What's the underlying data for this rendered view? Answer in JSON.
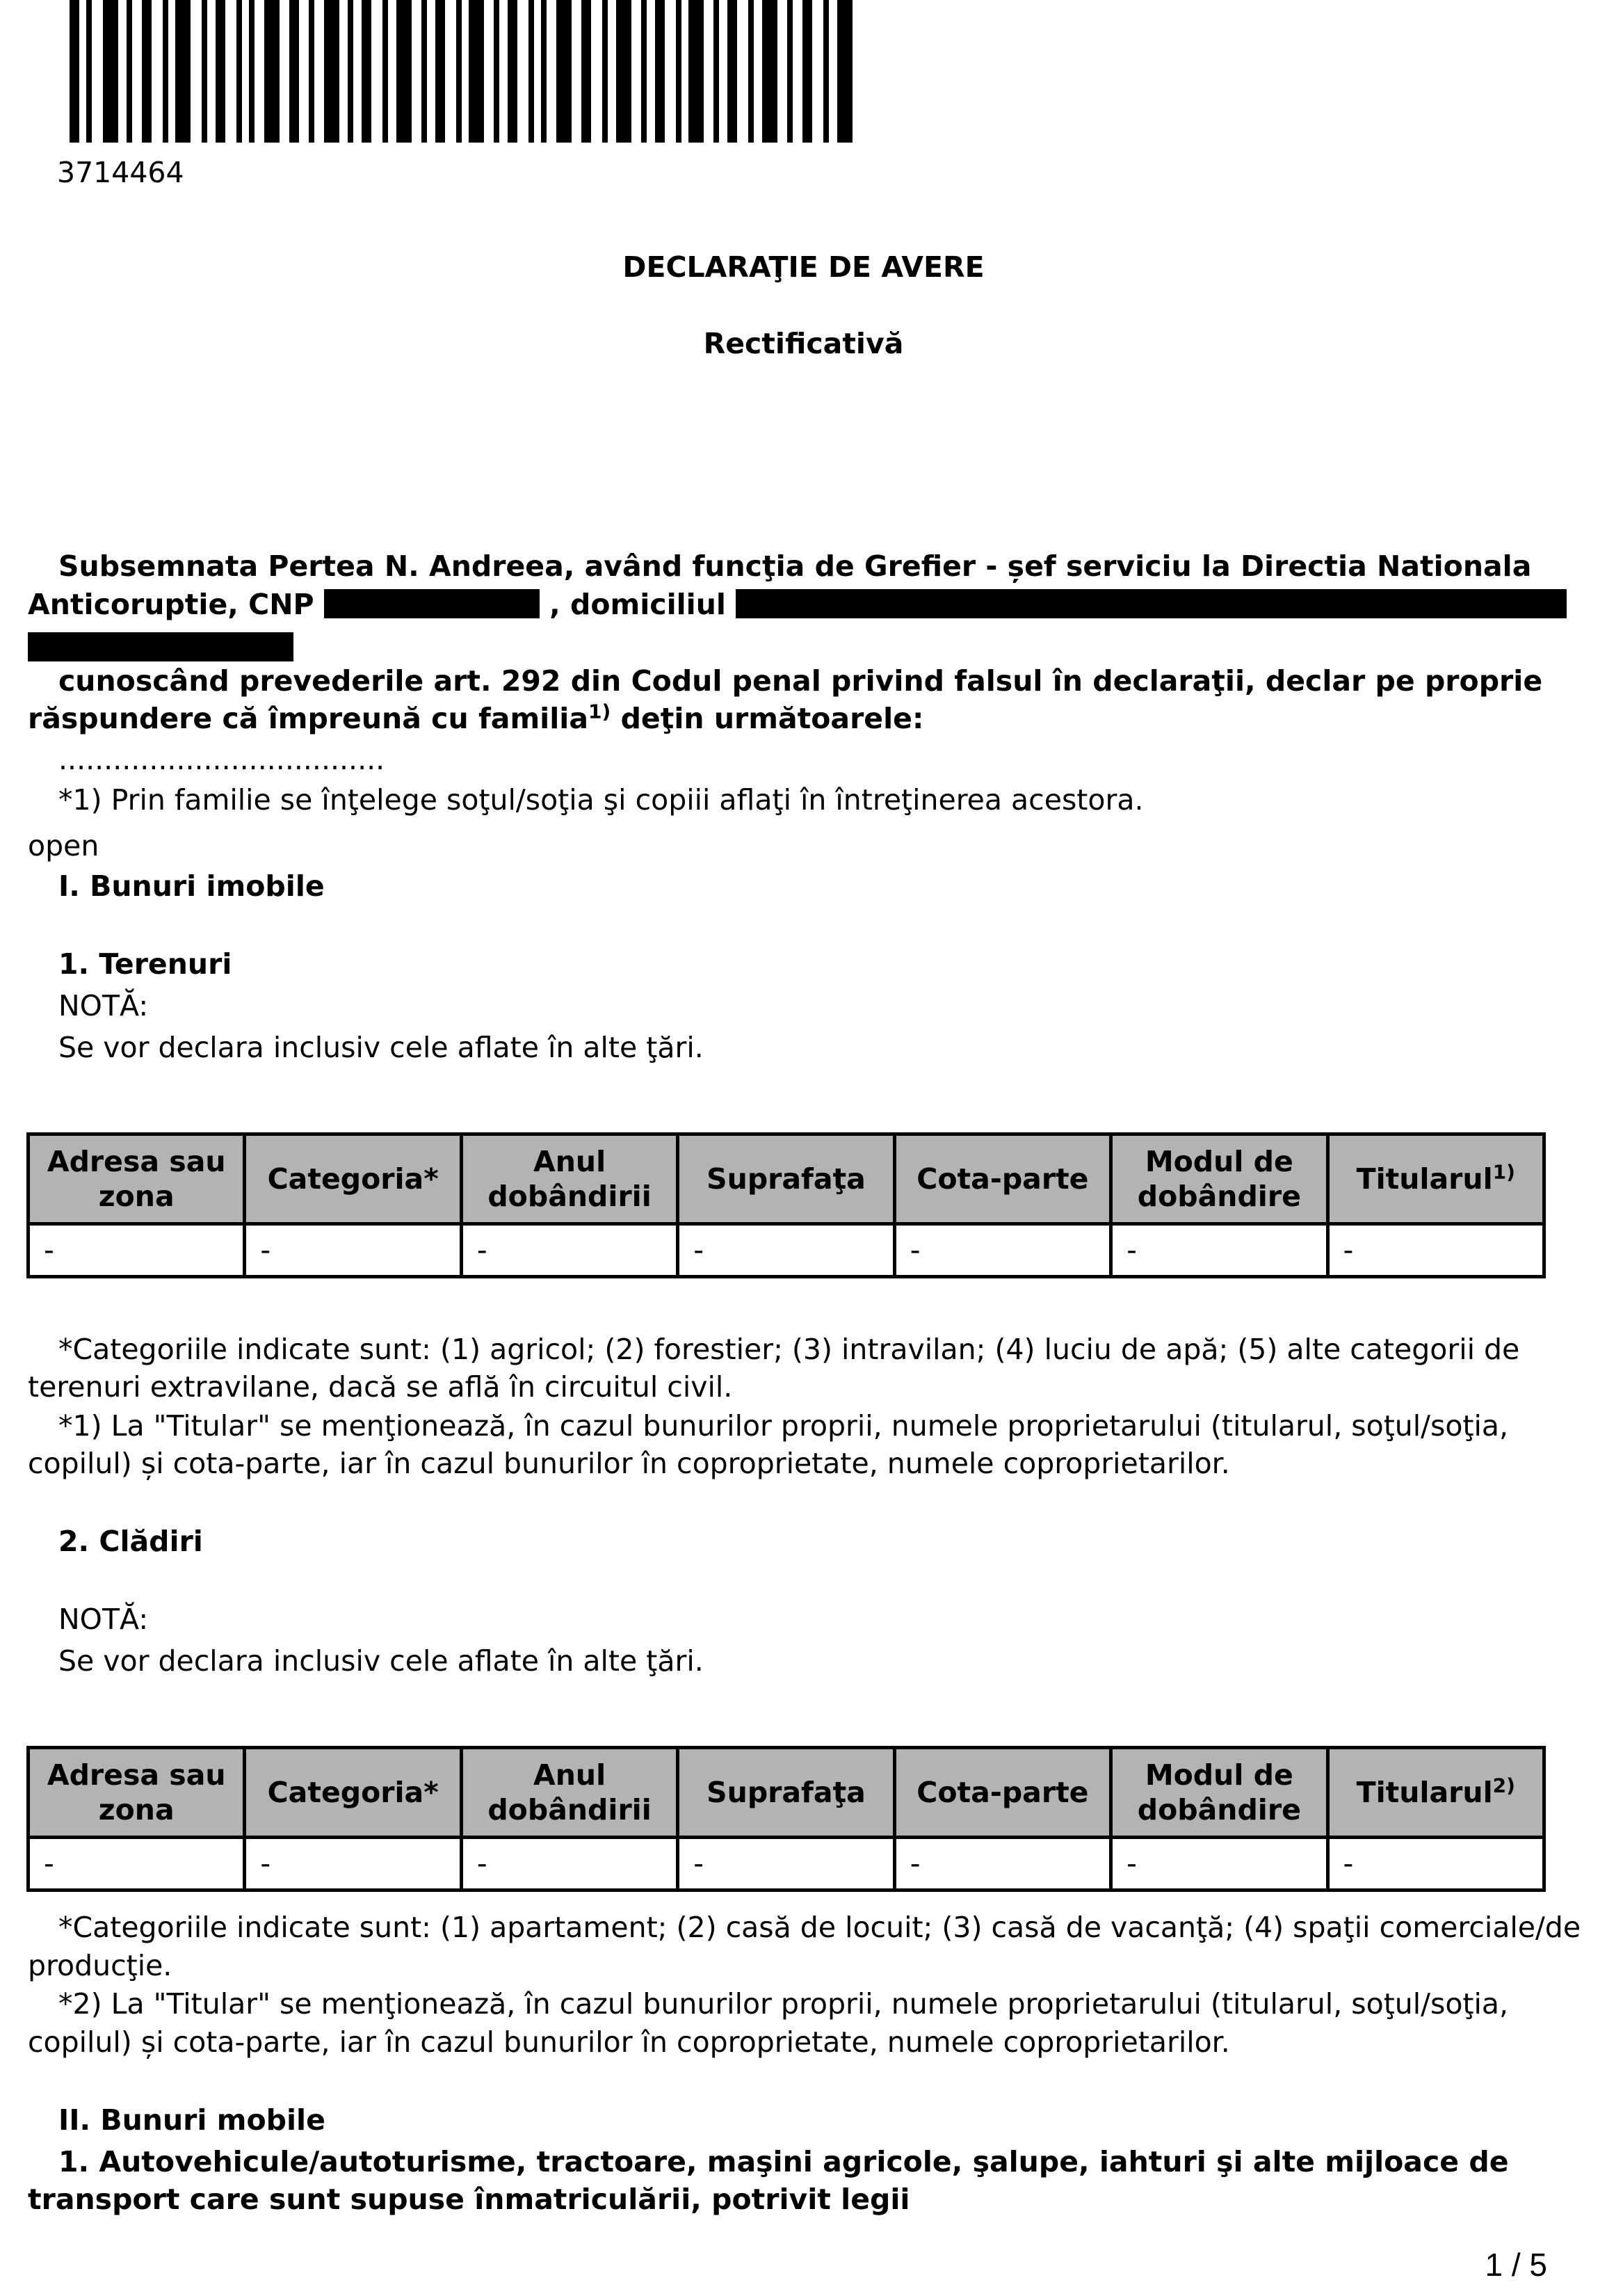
{
  "barcode": {
    "number": "3714464"
  },
  "header": {
    "title": "DECLARAŢIE DE AVERE",
    "subtitle": "Rectificativă"
  },
  "intro": {
    "line1": "Subsemnata Pertea N. Andreea, având funcţia de Grefier - șef serviciu la Directia Nationala",
    "line2a": "Anticoruptie, CNP",
    "line2b": ", domiciliul",
    "line3": "cunoscând prevederile art. 292 din Codul penal privind falsul în declaraţii, declar pe proprie",
    "line4a": "răspundere că împreună cu familia",
    "line4sup": "1)",
    "line4b": " deţin următoarele:",
    "dots": "....................................",
    "footnote": "*1) Prin familie se înţelege soţul/soţia şi copiii aflaţi în întreţinerea acestora.",
    "open": "open"
  },
  "section1": {
    "heading": "I. Bunuri imobile",
    "terenuri": {
      "heading": "1. Terenuri",
      "nota": "NOTĂ:",
      "note_text": "Se vor declara inclusiv cele aflate în alte ţări.",
      "columns": [
        "Adresa sau zona",
        "Categoria*",
        "Anul dobândirii",
        "Suprafaţa",
        "Cota-parte",
        "Modul de dobândire",
        "Titularul"
      ],
      "titular_sup": "1)",
      "rows": [
        [
          "-",
          "-",
          "-",
          "-",
          "-",
          "-",
          "-"
        ]
      ],
      "footnote1a": "*Categoriile indicate sunt: (1) agricol; (2) forestier; (3) intravilan; (4) luciu de apă; (5) alte categorii de",
      "footnote1b": "terenuri extravilane, dacă se află în circuitul civil.",
      "footnote2a": "*1) La \"Titular\" se menţionează, în cazul bunurilor proprii, numele proprietarului (titularul, soţul/soţia,",
      "footnote2b": "copilul) și cota-parte, iar în cazul bunurilor în coproprietate, numele coproprietarilor."
    },
    "cladiri": {
      "heading": "2. Clădiri",
      "nota": "NOTĂ:",
      "note_text": "Se vor declara inclusiv cele aflate în alte ţări.",
      "columns": [
        "Adresa sau zona",
        "Categoria*",
        "Anul dobândirii",
        "Suprafaţa",
        "Cota-parte",
        "Modul de dobândire",
        "Titularul"
      ],
      "titular_sup": "2)",
      "rows": [
        [
          "-",
          "-",
          "-",
          "-",
          "-",
          "-",
          "-"
        ]
      ],
      "footnote1a": "*Categoriile indicate sunt: (1) apartament; (2) casă de locuit; (3) casă de vacanţă; (4) spaţii comerciale/de",
      "footnote1b": "producţie.",
      "footnote2a": "*2) La \"Titular\" se menţionează, în cazul bunurilor proprii, numele proprietarului (titularul, soţul/soţia,",
      "footnote2b": "copilul) și cota-parte, iar în cazul bunurilor în coproprietate, numele coproprietarilor."
    }
  },
  "section2": {
    "heading": "II. Bunuri mobile",
    "sub1a": "1. Autovehicule/autoturisme, tractoare, maşini agricole, şalupe, iahturi şi alte mijloace de",
    "sub1b": "transport care sunt supuse înmatriculării, potrivit legii"
  },
  "footer": {
    "page": "1 / 5"
  }
}
